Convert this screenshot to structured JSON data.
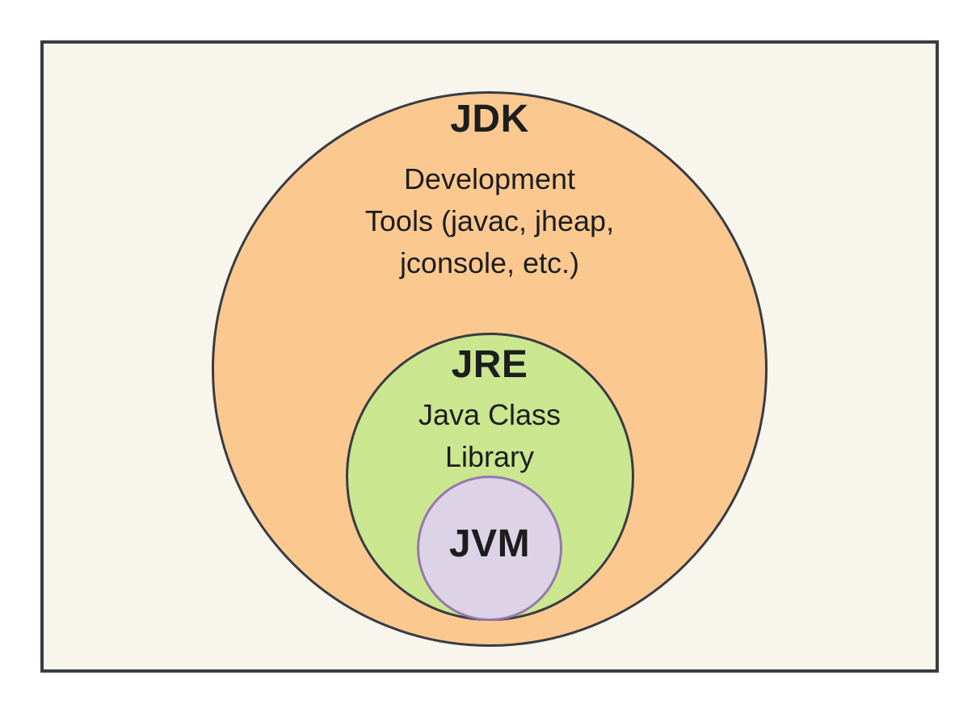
{
  "diagram": {
    "type": "nested-venn",
    "title": "JDK / JRE / JVM containment diagram",
    "colors": {
      "page_background": "#ffffff",
      "panel_background": "#f8f5ed",
      "frame_border": "#383c43",
      "text": "#1d1d1f"
    },
    "sets": [
      {
        "id": "jdk",
        "label": "JDK",
        "description_lines": [
          "Development",
          "Tools (javac, jheap,",
          "jconsole, etc.)"
        ],
        "fill": "#fbc990",
        "stroke": "#383c43",
        "contains": "jre"
      },
      {
        "id": "jre",
        "label": "JRE",
        "description_lines": [
          "Java Class",
          "Library"
        ],
        "fill": "#cae68f",
        "stroke": "#383c43",
        "contains": "jvm"
      },
      {
        "id": "jvm",
        "label": "JVM",
        "description_lines": [],
        "fill": "#dcd3e6",
        "stroke": "#9777ab",
        "contains": null
      }
    ]
  }
}
